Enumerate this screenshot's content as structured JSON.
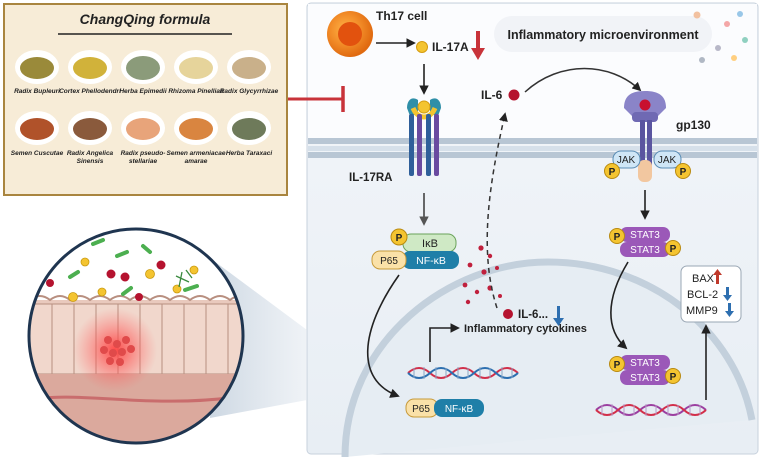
{
  "formula": {
    "title": "ChangQing formula",
    "herbs_row1": [
      "Radix Bupleuri",
      "Cortex Phellodendri",
      "Herba Epimedii",
      "Rhizoma Pinelliae",
      "Radix Glycyrrhizae"
    ],
    "herbs_row2": [
      [
        "Semen Cuscutae"
      ],
      [
        "Radix Angelica",
        "Sinensis"
      ],
      [
        "Radix pseudo-",
        "stellariae"
      ],
      [
        "Semen armeniacae",
        "amarae"
      ],
      [
        "Herba Taraxaci"
      ]
    ]
  },
  "cell": {
    "th17_label": "Th17 cell",
    "il17a_label": "IL-17A",
    "environment_label": "Inflammatory microenvironment",
    "il6_top_label": "IL-6",
    "gp130_label": "gp130",
    "il17ra_label": "IL-17RA",
    "jak_label": "JAK",
    "p_label": "P",
    "ikb_label": "IκB",
    "p65_label": "P65",
    "nfkb_label": "NF-κB",
    "stat3_label": "STAT3",
    "il6_nucleus_label": "IL-6...",
    "cytokines_label": "Inflammatory cytokines",
    "apoptosis_markers": [
      "BAX",
      "BCL-2",
      "MMP9"
    ]
  },
  "colors": {
    "formula_bg": "#f7ecd7",
    "formula_border": "#a9853f",
    "inhibit_red": "#c8333a",
    "th17_orange": "#f28c28",
    "il6_red": "#b5132f",
    "stat3_purple": "#9b58b8",
    "nfkb_teal": "#1f7fa8",
    "p_yellow": "#f4c430",
    "arrow_up_red": "#c0392b",
    "arrow_down_blue": "#2e6fb0"
  }
}
